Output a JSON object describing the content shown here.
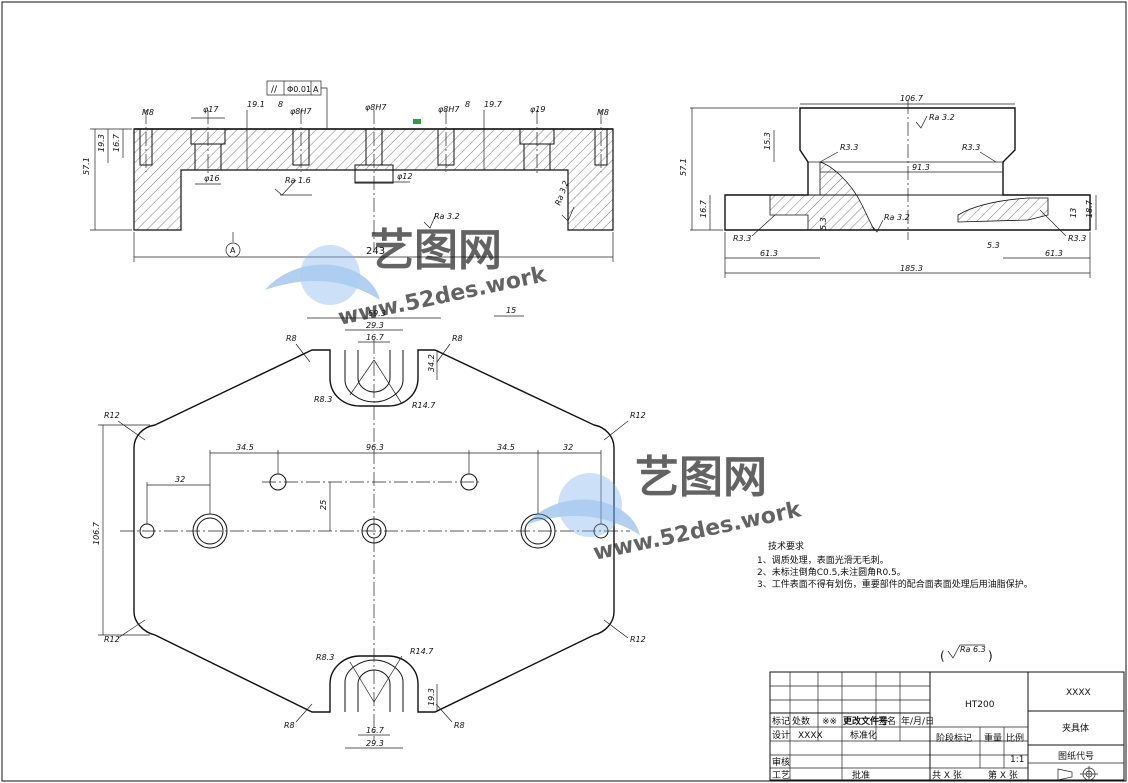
{
  "watermark": {
    "brand": "艺图网",
    "url": "www.52des.work",
    "color": "#4a86d4"
  },
  "front_view": {
    "dims": {
      "length": "243",
      "height": "57.1",
      "h1": "19.3",
      "h2": "16.7",
      "m8_left": "M8",
      "m8_right": "M8",
      "d17": "φ17",
      "d16": "φ16",
      "w19_1": "19.1",
      "w8_left": "8",
      "d8h7_left": "φ8H7",
      "d8h7_mid": "φ8H7",
      "d8h7_right": "φ8H7",
      "w8_right": "8",
      "w19_7": "19.7",
      "d19": "φ19",
      "d12": "φ12",
      "ra16": "Ra 1.6",
      "ra32_mid": "Ra 3.2",
      "ra32_right": "Ra 3.2"
    },
    "tolerance": {
      "symbol": "//",
      "value": "Φ0.01",
      "datum": "A"
    },
    "datum_label": "A"
  },
  "side_view": {
    "dims": {
      "top_width": "106.7",
      "ra_top": "Ra 3.2",
      "h_15_3": "15.3",
      "r33_tl": "R3.3",
      "r33_tr": "R3.3",
      "w91_3": "91.3",
      "height": "57.1",
      "h_16_7": "16.7",
      "h_13": "13",
      "h_18_7": "18.7",
      "r33_bl": "R3.3",
      "r33_br": "R3.3",
      "ra_bottom": "Ra 3.2",
      "w5_3_left": "5.3",
      "w5_3_right": "5.3",
      "w61_3_left": "61.3",
      "w61_3_right": "61.3",
      "total": "185.3"
    }
  },
  "top_view": {
    "dims": {
      "w69_3": "69.3",
      "w29_3_top": "29.3",
      "w16_7_top": "16.7",
      "h34_2": "34.2",
      "r8_tl": "R8",
      "r8_tr": "R8",
      "r8_3_top": "R8.3",
      "r14_7_top": "R14.7",
      "r12_tl": "R12",
      "r12_tr": "R12",
      "r12_bl": "R12",
      "r12_br": "R12",
      "w34_5_left": "34.5",
      "w96_3": "96.3",
      "w34_5_right": "34.5",
      "w32_right": "32",
      "w32_left": "32",
      "h25": "25",
      "height": "106.7",
      "r8_3_bottom": "R8.3",
      "r14_7_bottom": "R14.7",
      "r8_bl": "R8",
      "r8_br": "R8",
      "h19_3": "19.3",
      "w16_7_bottom": "16.7",
      "w29_3_bottom": "29.3",
      "scale_15": "15"
    }
  },
  "technical_requirements": {
    "title": "技术要求",
    "items": [
      "1、调质处理，表面光滑无毛刺。",
      "2、未标注倒角C0.5,未注圆角R0.5。",
      "3、工件表面不得有划伤，重要部件的配合面表面处理后用油脂保护。"
    ]
  },
  "roughness_general": "Ra 6.3",
  "title_block": {
    "material": "HT200",
    "company": "XXXX",
    "part_name": "夹具体",
    "drawing_no_label": "图纸代号",
    "labels": {
      "mark": "标记",
      "count": "处数",
      "xx": "※※",
      "change_doc": "更改文件号",
      "sign": "签名",
      "date": "年/月/日",
      "design": "设计",
      "designer": "XXXX",
      "standard": "标准化",
      "stage": "阶段标记",
      "weight": "重量",
      "scale": "比例",
      "scale_value": "1:1",
      "review": "审核",
      "process": "工艺",
      "approve": "批准",
      "total_sheets": "共 X 张",
      "sheet_no": "第 X 张"
    }
  }
}
